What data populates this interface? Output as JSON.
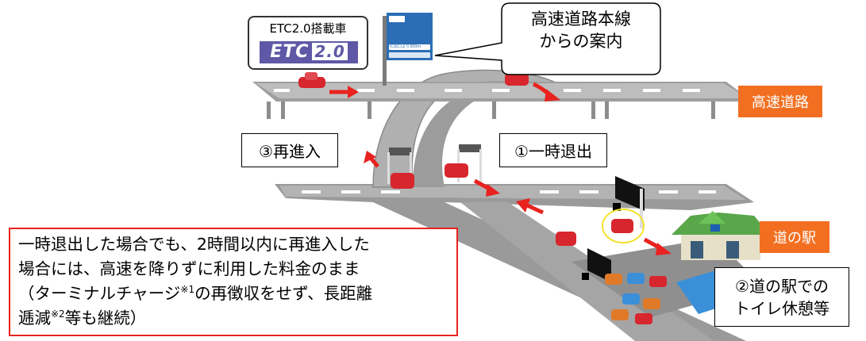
{
  "labels": {
    "expressway": "高速道路",
    "michi_no_eki": "道の駅",
    "guidance_line1": "高速道路本線",
    "guidance_line2": "からの案内",
    "reentry": "③再進入",
    "temp_exit": "①一時退出",
    "rest_line1": "②道の駅での",
    "rest_line2": "トイレ休憩等",
    "etc_vehicle": "ETC2.0搭載車",
    "etc_logo_left": "ETC",
    "etc_logo_right": "2.0"
  },
  "sign": {
    "exit_distance": "IC出口より300m"
  },
  "notice": {
    "line1": "一時退出した場合でも、2時間以内に再進入した",
    "line2": "場合には、高速を降りずに利用した料金のまま",
    "line3a": "（ターミナルチャージ",
    "line3sup": "※1",
    "line3b": "の再徴収をせず、長距離",
    "line4a": "逓減",
    "line4sup": "※2",
    "line4b": "等も継続）"
  },
  "colors": {
    "accent_orange": "#f26f21",
    "arrow_red": "#e8231f",
    "road_gray": "#9a9a9a",
    "car_red": "#d7262d",
    "etc_purple": "#5f58a6",
    "sign_blue": "#2c6eb5"
  }
}
